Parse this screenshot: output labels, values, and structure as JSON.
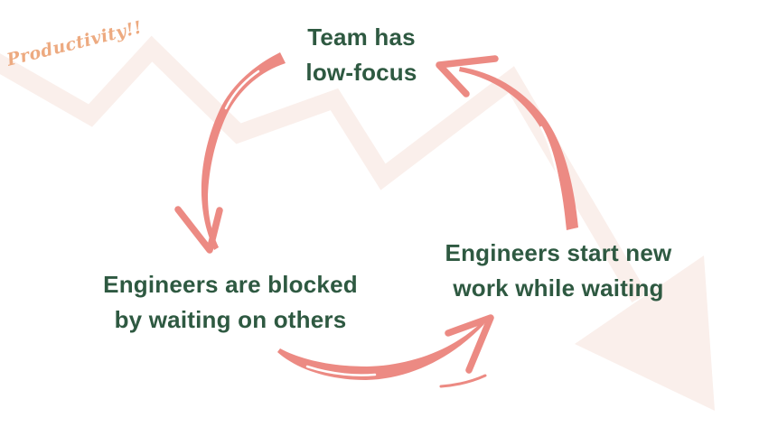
{
  "stamp": {
    "text": "Productivity!!",
    "color": "#edaa80"
  },
  "watermark": {
    "icon": "declining-trend-arrow-icon",
    "color": "#faefeb"
  },
  "diagram": {
    "type": "cycle",
    "text_color": "#2e5941",
    "arrow_color": "#ec8a83",
    "nodes": [
      {
        "id": "team-low-focus",
        "label": "Team has\nlow-focus"
      },
      {
        "id": "engineers-blocked",
        "label": "Engineers are blocked\nby waiting on others"
      },
      {
        "id": "engineers-start-new-work",
        "label": "Engineers start new\nwork while waiting"
      }
    ],
    "edges": [
      {
        "from": "team-low-focus",
        "to": "engineers-blocked"
      },
      {
        "from": "engineers-blocked",
        "to": "engineers-start-new-work"
      },
      {
        "from": "engineers-start-new-work",
        "to": "team-low-focus"
      }
    ]
  }
}
